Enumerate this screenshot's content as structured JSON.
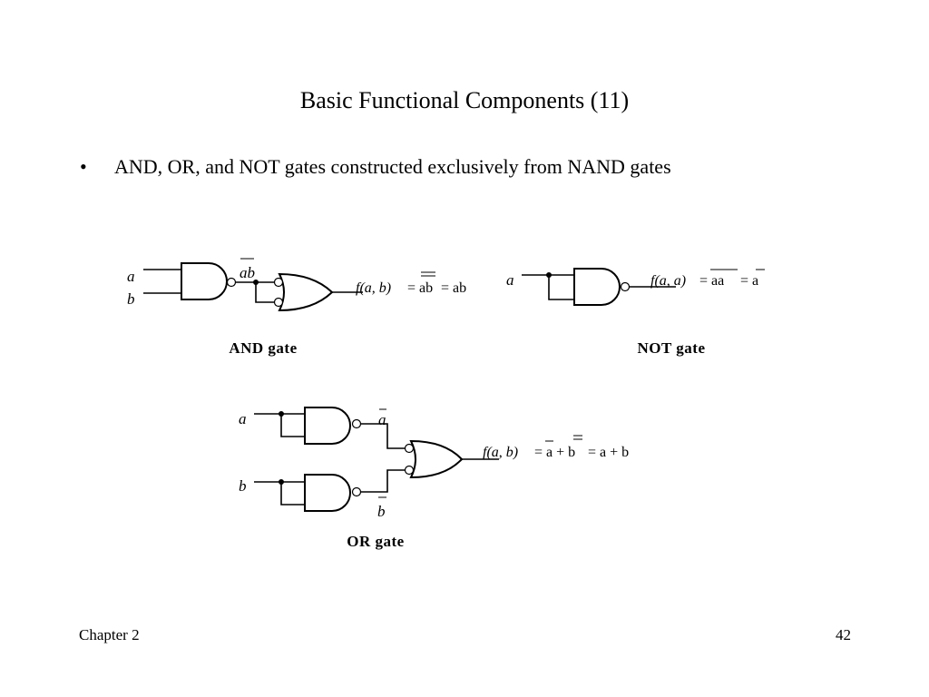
{
  "slide": {
    "title": "Basic Functional Components (11)",
    "bullet_marker": "•",
    "bullet_text": "AND, OR, and NOT gates constructed exclusively from NAND gates"
  },
  "footer": {
    "left": "Chapter 2",
    "right": "42"
  },
  "and_diagram": {
    "caption": "AND gate",
    "input_a": "a",
    "input_b": "b",
    "intermediate": "ab",
    "equation_f": "f(a, b)",
    "equation_rhs1": "= ab",
    "equation_rhs2": "= ab"
  },
  "not_diagram": {
    "caption": "NOT gate",
    "input_a": "a",
    "equation_f": "f(a, a)",
    "equation_rhs1": "= aa",
    "equation_rhs2": "= a"
  },
  "or_diagram": {
    "caption": "OR gate",
    "input_a": "a",
    "input_b": "b",
    "inv_a": "a",
    "inv_b": "b",
    "equation_f": "f(a, b)",
    "equation_rhs1": "= a + b",
    "equation_rhs2": "= a + b"
  }
}
